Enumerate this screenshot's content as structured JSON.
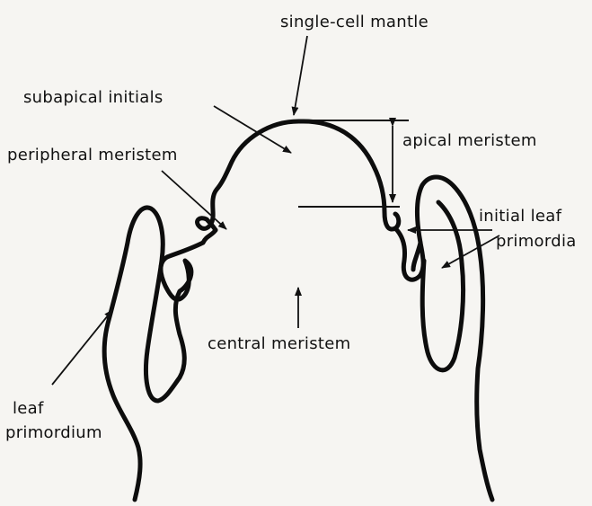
{
  "labels": {
    "single_cell_mantle": "single-cell mantle",
    "subapical_initials": "subapical initials",
    "peripheral_meristem": "peripheral meristem",
    "apical_meristem": "apical meristem",
    "initial_leaf_line1": "initial leaf",
    "initial_leaf_line2": "primordia",
    "central_meristem": "central meristem",
    "leaf_line1": "leaf",
    "leaf_line2": "primordium"
  },
  "colors": {
    "background": "#f6f5f2",
    "ink": "#0d0d0d"
  }
}
